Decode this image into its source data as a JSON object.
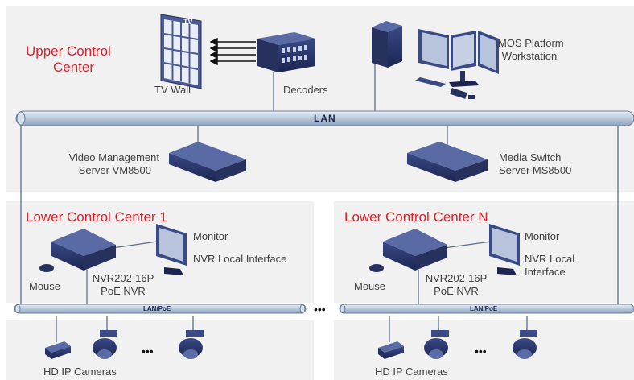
{
  "upper": {
    "title_line1": "Upper Control",
    "title_line2": "Center",
    "tv_wall": "TV Wall",
    "tv_label": "TV",
    "decoders": "Decoders",
    "workstation_line1": "IMOS Platform",
    "workstation_line2": "Workstation",
    "lan": "LAN",
    "vms_line1": "Video Management",
    "vms_line2": "Server VM8500",
    "ms_line1": "Media Switch",
    "ms_line2": "Server MS8500"
  },
  "lower1": {
    "title": "Lower Control Center 1",
    "monitor": "Monitor",
    "nvr_local": "NVR Local Interface",
    "mouse": "Mouse",
    "nvr_line1": "NVR202-16P",
    "nvr_line2": "PoE NVR",
    "lan_poe": "LAN/PoE",
    "cameras": "HD IP Cameras",
    "ellipsis": "•••"
  },
  "lowerN": {
    "title": "Lower Control Center N",
    "monitor": "Monitor",
    "nvr_local_line1": "NVR Local",
    "nvr_local_line2": "Interface",
    "mouse": "Mouse",
    "nvr_line1": "NVR202-16P",
    "nvr_line2": "PoE NVR",
    "lan_poe": "LAN/PoE",
    "cameras": "HD IP Cameras",
    "ellipsis": "•••"
  },
  "between_ellipsis": "•••"
}
